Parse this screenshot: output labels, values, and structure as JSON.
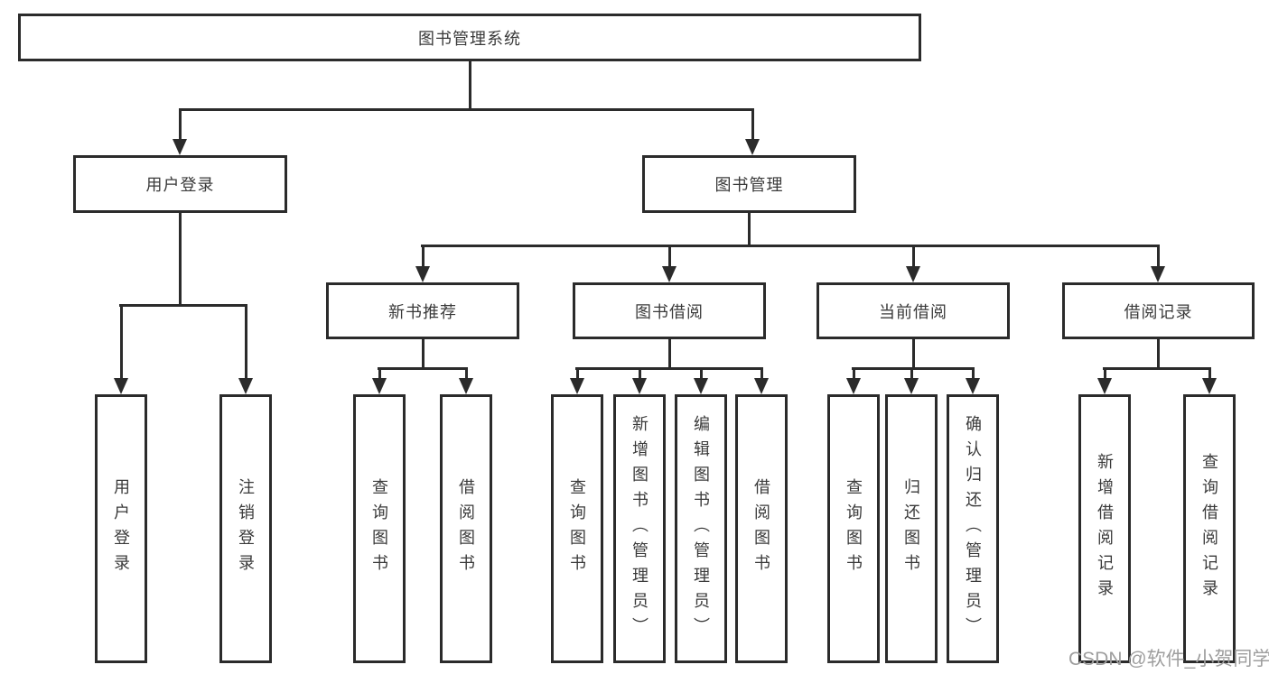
{
  "diagram": {
    "tree": {
      "root": "图书管理系统",
      "level2": [
        {
          "label": "用户登录",
          "children": [
            "用户登录",
            "注销登录"
          ]
        },
        {
          "label": "图书管理",
          "children": [
            {
              "label": "新书推荐",
              "children": [
                "查询图书",
                "借阅图书"
              ]
            },
            {
              "label": "图书借阅",
              "children": [
                "查询图书",
                "新增图书（管理员）",
                "编辑图书（管理员）",
                "借阅图书"
              ]
            },
            {
              "label": "当前借阅",
              "children": [
                "查询图书",
                "归还图书",
                "确认归还（管理员）"
              ]
            },
            {
              "label": "借阅记录",
              "children": [
                "新增借阅记录",
                "查询借阅记录"
              ]
            }
          ]
        }
      ]
    },
    "watermark": {
      "text": "CSDN @软件_小贺同学"
    },
    "colors": {
      "line": "#2b2b2b",
      "text": "#3a3a3a",
      "background": "#ffffff",
      "watermark": "#9e9e9e"
    }
  }
}
